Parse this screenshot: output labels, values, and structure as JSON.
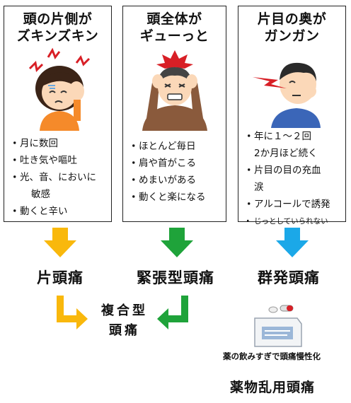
{
  "boxes": [
    {
      "title_line1": "頭の片側が",
      "title_line2": "ズキンズキン",
      "bullets": [
        "月に数回",
        "吐き気や嘔吐",
        "光、音、においに",
        "動くと辛い"
      ],
      "bullet3_cont": "敏感"
    },
    {
      "title_line1": "頭全体が",
      "title_line2": "ギューっと",
      "bullets": [
        "ほとんど毎日",
        "肩や首がこる",
        "めまいがある",
        "動くと楽になる"
      ]
    },
    {
      "title_line1": "片目の奥が",
      "title_line2": "ガンガン",
      "bullets": [
        "年に１～２回",
        "片目の目の充血",
        "アルコールで誘発",
        "じっとしていられない"
      ],
      "bullet1_cont": "2か月ほど続く",
      "bullet2_cont": "涙"
    }
  ],
  "types": {
    "migraine": "片頭痛",
    "tension": "緊張型頭痛",
    "cluster": "群発頭痛",
    "combined_line1": "複合型",
    "combined_line2": "頭痛",
    "overuse_note": "薬の飲みすぎで頭痛慢性化",
    "overuse": "薬物乱用頭痛"
  },
  "colors": {
    "yellow": "#F9B80C",
    "green": "#1FA33A",
    "blue": "#1BA8E8"
  }
}
